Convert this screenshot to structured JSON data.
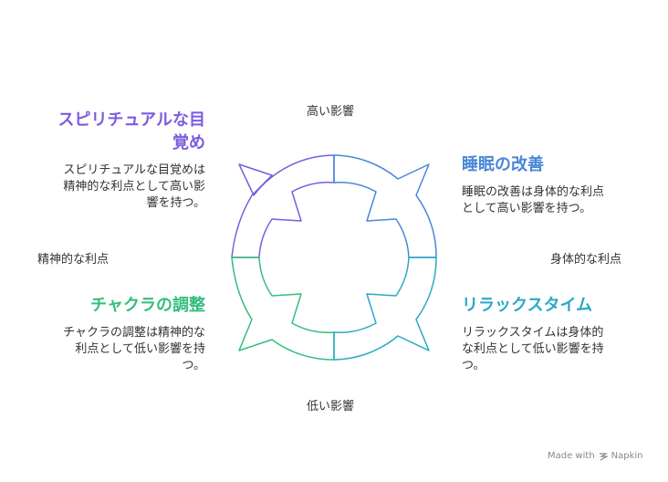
{
  "axes": {
    "top": "高い影響",
    "bottom": "低い影響",
    "left": "精神的な利点",
    "right": "身体的な利点"
  },
  "quadrants": {
    "top_left": {
      "title_line1": "スピリチュアルな目",
      "title_line2": "覚め",
      "desc_line1": "スピリチュアルな目覚めは",
      "desc_line2": "精神的な利点として高い影",
      "desc_line3": "響を持つ。",
      "color": "#7B5CE0"
    },
    "top_right": {
      "title": "睡眠の改善",
      "desc_line1": "睡眠の改善は身体的な利点",
      "desc_line2": "として高い影響を持つ。",
      "color": "#4A86D8"
    },
    "bottom_left": {
      "title": "チャクラの調整",
      "desc_line1": "チャクラの調整は精神的な",
      "desc_line2": "利点として低い影響を持",
      "desc_line3": "つ。",
      "color": "#33BE7C"
    },
    "bottom_right": {
      "title": "リラックスタイム",
      "desc_line1": "リラックスタイムは身体的",
      "desc_line2": "な利点として低い影響を持",
      "desc_line3": "つ。",
      "color": "#2BA8C6"
    }
  },
  "footer": {
    "text": "Made with",
    "brand": "Napkin"
  }
}
